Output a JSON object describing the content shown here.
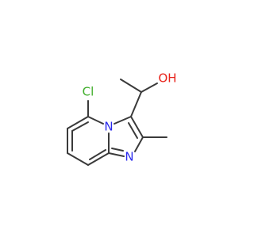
{
  "diagram": {
    "type": "chemical-structure",
    "atoms": {
      "chlorine": {
        "label": "Cl",
        "color": "#3fae2a"
      },
      "bridgehead_nitrogen": {
        "label": "N",
        "color": "#2a2aee"
      },
      "ring_nitrogen": {
        "label": "N",
        "color": "#2a2aee"
      },
      "hydroxyl": {
        "label": "OH",
        "color": "#e8221a"
      }
    },
    "bond_color": "#3a3a3a"
  }
}
